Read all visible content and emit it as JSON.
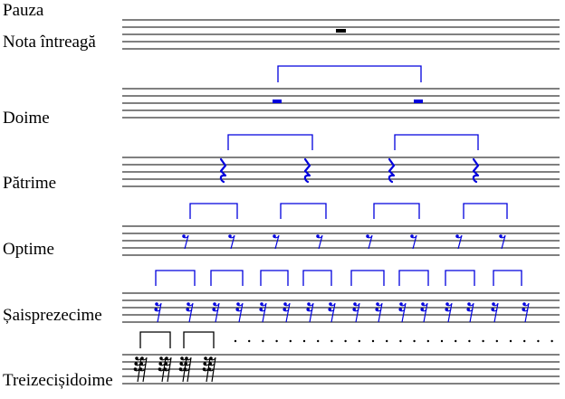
{
  "header_label": "Pauza",
  "rows": [
    {
      "id": "whole",
      "label": "Nota întreagă"
    },
    {
      "id": "half",
      "label": "Doime"
    },
    {
      "id": "quarter",
      "label": "Pătrime"
    },
    {
      "id": "eighth",
      "label": "Optime"
    },
    {
      "id": "sixteenth",
      "label": "Șaisprezecime"
    },
    {
      "id": "thirtysecond",
      "label": "Treizecișidoime"
    }
  ],
  "colors": {
    "ink": "#000000",
    "accent": "#0000dd"
  },
  "continuation_marker": "dots"
}
